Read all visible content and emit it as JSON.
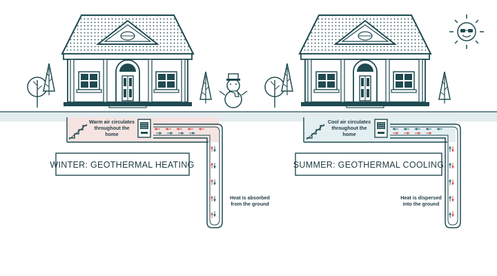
{
  "colors": {
    "outline": "#1f4a50",
    "ground": "#e3ecee",
    "warm_room": "#f6e4e2",
    "cool_room": "#e4eff2",
    "warm_arrow": "#d9534f",
    "cool_arrow": "#2e6e73"
  },
  "icons": [
    "sun-icon",
    "snowman-icon",
    "tree-icon",
    "house-icon",
    "heat-pump-icon"
  ],
  "winter": {
    "caption": "WINTER: GEOTHERMAL HEATING",
    "room_line1": "Warm air circulates",
    "room_line2": "throughout the",
    "room_line3": "home",
    "ground_line1": "Heat is absorbed",
    "ground_line2": "from the ground"
  },
  "summer": {
    "caption": "SUMMER: GEOTHERMAL COOLING",
    "room_line1": "Cool air circulates",
    "room_line2": "throughout the",
    "room_line3": "home",
    "ground_line1": "Heat is dispersed",
    "ground_line2": "into the ground"
  }
}
